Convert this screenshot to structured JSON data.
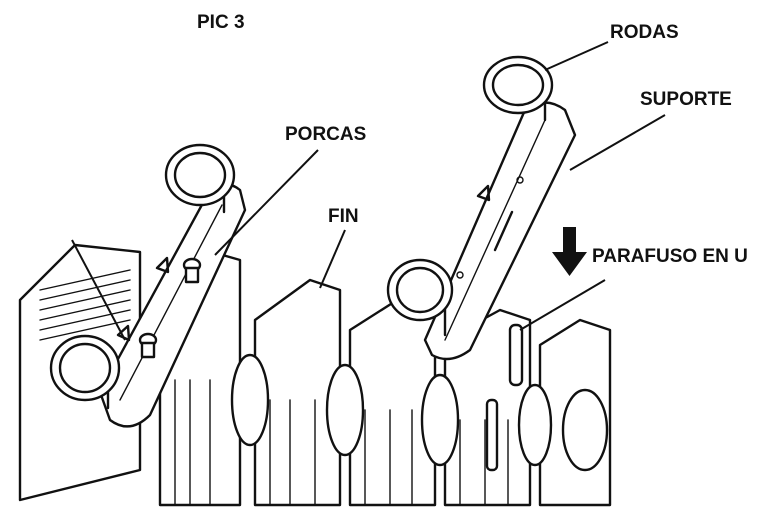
{
  "title": "PIC 3",
  "labels": {
    "wheels": "RODAS",
    "bracket": "SUPORTE",
    "nuts": "PORCAS",
    "fin": "FIN",
    "u_bolt": "PARAFUSO EN U"
  },
  "colors": {
    "ink": "#111111",
    "background": "#ffffff"
  },
  "icons": {
    "direction": "arrow-down-icon"
  }
}
